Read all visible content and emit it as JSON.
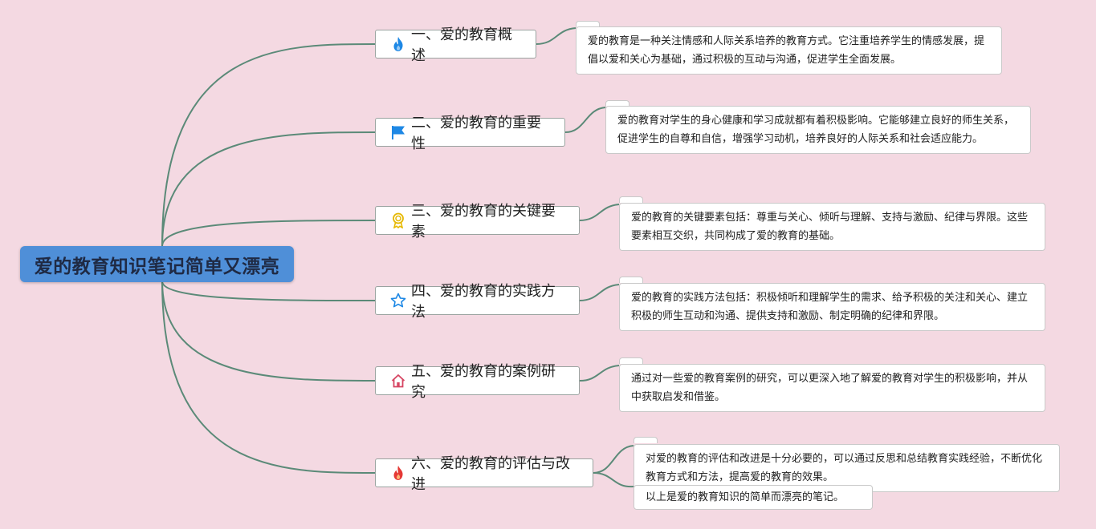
{
  "root": {
    "title": "爱的教育知识笔记简单又漂亮"
  },
  "topics": [
    {
      "label": "一、爱的教育概述",
      "icon": "fire-icon",
      "icon_color": "#1e88e5",
      "notes": [
        "爱的教育是一种关注情感和人际关系培养的教育方式。它注重培养学生的情感发展，提倡以爱和关心为基础，通过积极的互动与沟通，促进学生全面发展。"
      ]
    },
    {
      "label": "二、爱的教育的重要性",
      "icon": "flag-icon",
      "icon_color": "#1e88e5",
      "notes": [
        "爱的教育对学生的身心健康和学习成就都有着积极影响。它能够建立良好的师生关系，促进学生的自尊和自信，增强学习动机，培养良好的人际关系和社会适应能力。"
      ]
    },
    {
      "label": "三、爱的教育的关键要素",
      "icon": "award-icon",
      "icon_color": "#e6b800",
      "notes": [
        "爱的教育的关键要素包括：尊重与关心、倾听与理解、支持与激励、纪律与界限。这些要素相互交织，共同构成了爱的教育的基础。"
      ]
    },
    {
      "label": "四、爱的教育的实践方法",
      "icon": "star-icon",
      "icon_color": "#1e88e5",
      "notes": [
        "爱的教育的实践方法包括：积极倾听和理解学生的需求、给予积极的关注和关心、建立积极的师生互动和沟通、提供支持和激励、制定明确的纪律和界限。"
      ]
    },
    {
      "label": "五、爱的教育的案例研究",
      "icon": "home-icon",
      "icon_color": "#d64562",
      "notes": [
        "通过对一些爱的教育案例的研究，可以更深入地了解爱的教育对学生的积极影响，并从中获取启发和借鉴。"
      ]
    },
    {
      "label": "六、爱的教育的评估与改进",
      "icon": "fire-icon",
      "icon_color": "#e53935",
      "notes": [
        "对爱的教育的评估和改进是十分必要的，可以通过反思和总结教育实践经验，不断优化教育方式和方法，提高爱的教育的效果。",
        "以上是爱的教育知识的简单而漂亮的笔记。"
      ]
    }
  ],
  "colors": {
    "background": "#f4d9e2",
    "root_fill": "#4f8fd8",
    "connector": "#5b8a78"
  }
}
